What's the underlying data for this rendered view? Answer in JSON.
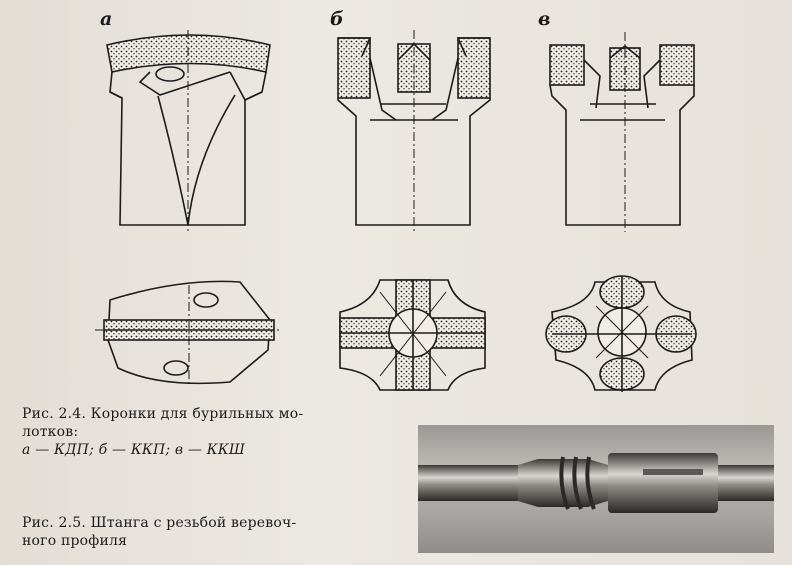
{
  "figure_2_4": {
    "panel_labels": [
      "а",
      "б",
      "в"
    ],
    "caption_line1": "Рис. 2.4. Коронки для бурильных мо-",
    "caption_line2": "лотков:",
    "caption_line3": "а — КДП; б — ККП; в — ККШ"
  },
  "figure_2_5": {
    "caption_line1": "Рис. 2.5. Штанга с резьбой веревоч-",
    "caption_line2": "ного профиля"
  },
  "colors": {
    "ink": "#1b1b1b",
    "paper": "#e9e4dd",
    "photo": "#a9a7a3"
  }
}
